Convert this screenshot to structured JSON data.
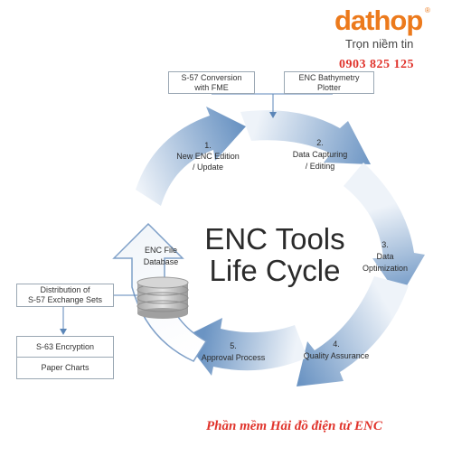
{
  "brand": {
    "name": "dathop",
    "registered": "®",
    "tagline": "Trọn niềm tin",
    "phone": "0903 825 125",
    "accent": "#ec7a1c",
    "phone_color": "#e0342c"
  },
  "center_title": {
    "line1": "ENC Tools",
    "line2": "Life Cycle"
  },
  "steps": [
    {
      "num": "1.",
      "line1": "New ENC Edition",
      "line2": "/ Update"
    },
    {
      "num": "2.",
      "line1": "Data Capturing",
      "line2": "/ Editing"
    },
    {
      "num": "3.",
      "line1": "Data",
      "line2": "Optimization"
    },
    {
      "num": "4.",
      "line1": "Quality Assurance",
      "line2": ""
    },
    {
      "num": "5.",
      "line1": "Approval Process",
      "line2": ""
    }
  ],
  "top_boxes": [
    {
      "line1": "S-57 Conversion",
      "line2": "with FME"
    },
    {
      "line1": "ENC Bathymetry",
      "line2": "Plotter"
    }
  ],
  "database": {
    "line1": "ENC File",
    "line2": "Database",
    "icon": "database-icon"
  },
  "distribution": {
    "line1": "Distribution of",
    "line2": "S-57 Exchange Sets"
  },
  "outputs": [
    "S-63 Encryption",
    "Paper Charts"
  ],
  "footer": "Phần mềm Hải đồ điện tử ENC",
  "colors": {
    "arrow_dark": "#6b94c3",
    "arrow_light": "#e3edf7",
    "box_border": "#9aa7b3"
  }
}
